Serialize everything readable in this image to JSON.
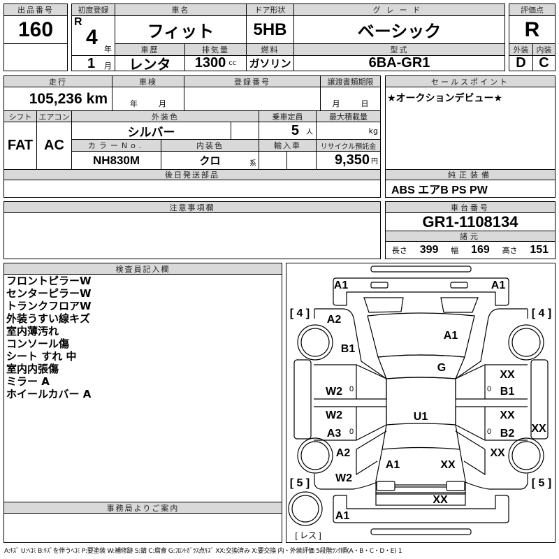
{
  "lot": {
    "label": "出品番号",
    "value": "160"
  },
  "first_reg": {
    "label": "初度登録",
    "era": "R",
    "year": "4",
    "year_unit": "年",
    "month": "1",
    "month_unit": "月"
  },
  "car_name": {
    "label": "車名",
    "value": "フィット"
  },
  "door": {
    "label": "ドア形状",
    "value": "5HB"
  },
  "grade": {
    "label": "グレード",
    "value": "ベーシック"
  },
  "history": {
    "label": "車歴",
    "value": "レンタ"
  },
  "displacement": {
    "label": "排気量",
    "value": "1300",
    "unit": "cc"
  },
  "fuel": {
    "label": "燃料",
    "value": "ガソリン"
  },
  "model": {
    "label": "型式",
    "value": "6BA-GR1"
  },
  "score": {
    "label": "評価点",
    "value": "R",
    "ext_label": "外装",
    "int_label": "内装",
    "ext": "D",
    "int": "C"
  },
  "mileage": {
    "label": "走行",
    "value": "105,236",
    "unit": "km"
  },
  "inspection": {
    "label": "車検",
    "year_unit": "年",
    "month_unit": "月"
  },
  "reg_no": {
    "label": "登録番号"
  },
  "transfer": {
    "label": "譲渡書類期限",
    "month_unit": "月",
    "day_unit": "日"
  },
  "shift": {
    "label": "シフト",
    "value": "FAT"
  },
  "ac": {
    "label": "エアコン",
    "value": "AC"
  },
  "ext_color": {
    "label": "外装色",
    "value": "シルバー"
  },
  "capacity": {
    "label": "乗車定員",
    "value": "5",
    "unit": "人"
  },
  "max_load": {
    "label": "最大積載量",
    "unit": "kg"
  },
  "color_no": {
    "label": "カラーNo.",
    "value": "NH830M"
  },
  "int_color": {
    "label": "内装色",
    "value": "クロ",
    "unit": "系"
  },
  "import": {
    "label": "輸入車"
  },
  "recycle": {
    "label": "リサイクル預託金",
    "value": "9,350",
    "unit": "円"
  },
  "later_parts": {
    "label": "後日発送部品"
  },
  "sales_point": {
    "label": "セールスポイント",
    "value": "★オークションデビュー★"
  },
  "equipment": {
    "label": "純正装備",
    "value": "ABS エアB PS PW"
  },
  "notes": {
    "label": "注意事項欄"
  },
  "chassis": {
    "label": "車台番号",
    "value": "GR1-1108134"
  },
  "specs": {
    "label": "諸元",
    "length_label": "長さ",
    "length": "399",
    "width_label": "幅",
    "width": "169",
    "height_label": "高さ",
    "height": "151"
  },
  "inspector": {
    "label": "検査員記入欄",
    "lines": [
      "フロントピラーW",
      "センターピラーW",
      "トランクフロアW",
      "外装うすい線キズ",
      "室内薄汚れ",
      "コンソール傷",
      "シート すれ 中",
      "室内内張傷",
      "ミラー A",
      "ホイールカバー A"
    ]
  },
  "office": {
    "label": "事務局よりご案内"
  },
  "diagram": {
    "marks": [
      "A1",
      "A1",
      "[ 4 ]",
      "[ 4 ]",
      "A2",
      "A1",
      "B1",
      "G",
      "XX",
      "W2",
      "0",
      "0",
      "B1",
      "U1",
      "W2",
      "XX",
      "XX",
      "A3",
      "0",
      "0",
      "B2",
      "A2",
      "XX",
      "A1",
      "XX",
      "W2",
      "[ 5 ]",
      "[ 5 ]",
      "XX",
      "A1",
      "[ レス ]"
    ]
  },
  "legend": "A:ｷｽﾞ U:ﾍｺﾐ B:ｷｽﾞを伴うﾍｺﾐ P:要塗装 W:補修跡 S:錆 C:腐食 G:ﾌﾛﾝﾄｶﾞﾗｽ点ｷｽﾞ XX:交換済み X:要交換 内・外装評価 5段階ﾗﾝｸ順(A・B・C・D・E) 1"
}
